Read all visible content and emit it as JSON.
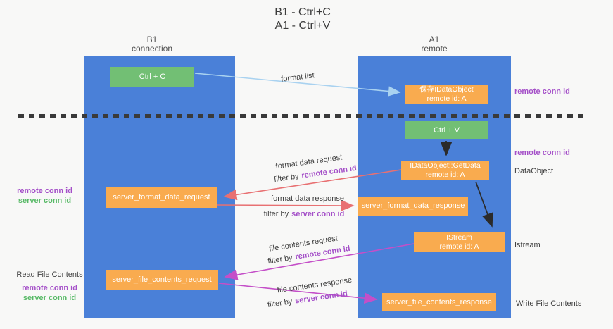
{
  "title": {
    "line1": "B1 - Ctrl+C",
    "line2": "A1 - Ctrl+V"
  },
  "lanes": {
    "left": {
      "name": "B1",
      "role": "connection"
    },
    "right": {
      "name": "A1",
      "role": "remote"
    }
  },
  "boxes": {
    "ctrl_c": "Ctrl + C",
    "ctrl_v": "Ctrl + V",
    "save_idataobject": {
      "line1": "保存IDataObject",
      "line2": "remote id: A"
    },
    "getdata": {
      "line1": "IDataObject::GetData",
      "line2": "remote id: A"
    },
    "istream": {
      "line1": "IStream",
      "line2": "remote id: A"
    },
    "server_format_data_request": "server_format_data_request",
    "server_format_data_response": "server_format_data_response",
    "server_file_contents_request": "server_file_contents_request",
    "server_file_contents_response": "server_file_contents_response"
  },
  "flow_labels": {
    "format_list": "format list",
    "format_data_request": "format data request",
    "format_data_response": "format data response",
    "file_contents_request": "file contents request",
    "file_contents_response": "file contents response",
    "filter_by": "filter by"
  },
  "shared": {
    "remote_conn_id": "remote conn id",
    "server_conn_id": "server conn id"
  },
  "side_labels": {
    "data_object": "DataObject",
    "istream": "Istream",
    "read_file_contents": "Read File Contents",
    "write_file_contents": "Write File Contents"
  },
  "colors": {
    "lane_blue": "#4a80d8",
    "box_orange": "#f9ab4f",
    "box_green": "#72bf74",
    "arrow_red": "#e87072",
    "arrow_magenta": "#c44fc8",
    "arrow_light_blue": "#a9d2f0",
    "arrow_black": "#2b2b2b",
    "label_purple": "#a44fc8",
    "label_green": "#57b966",
    "dashed_line": "#3a3a3a"
  }
}
